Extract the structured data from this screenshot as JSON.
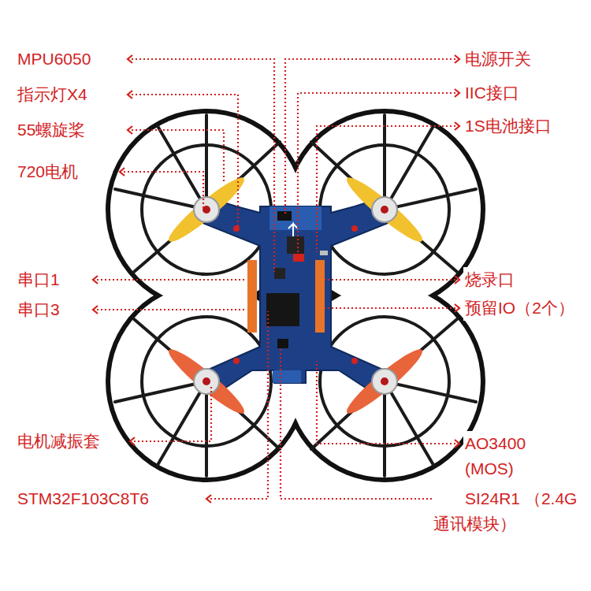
{
  "diagram": {
    "labels": [
      "MPU6050",
      "指示灯X4",
      "55螺旋桨",
      "720电机",
      "串口1",
      "串口3",
      "电机减振套",
      "STM32F103C8T6",
      "电源开关",
      "IIC接口",
      "1S电池接口",
      "烧录口",
      "预留IO（2个）",
      "AO3400 (MOS)",
      "SI24R1 （2.4G通讯模块）"
    ]
  }
}
